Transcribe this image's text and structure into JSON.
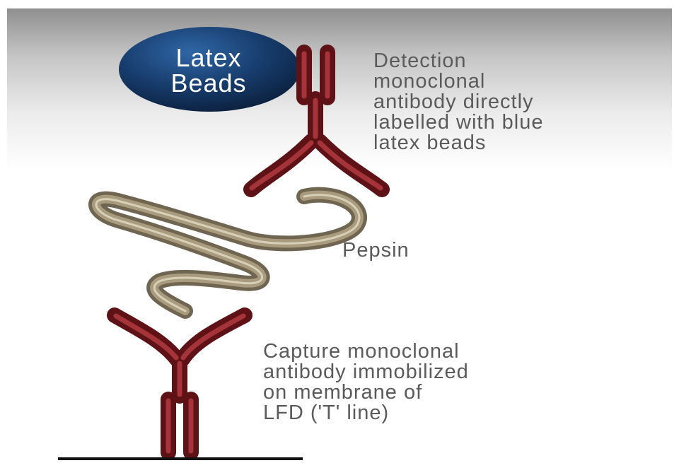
{
  "bead": {
    "line1": "Latex",
    "line2": "Beads"
  },
  "labels": {
    "detection": [
      "Detection",
      "monoclonal",
      "antibody directly",
      "labelled with blue",
      "latex beads"
    ],
    "pepsin": "Pepsin",
    "capture": [
      "Capture monoclonal",
      "antibody immobilized",
      "on membrane of",
      "LFD ('T' line)"
    ]
  },
  "colors": {
    "antibody": "#6b1418",
    "antibody_highlight": "#a8343a",
    "pepsin_outline": "#6f6550",
    "pepsin_fill": "#a79a7c",
    "bead": "#163a66",
    "text": "#5b5b5b"
  }
}
